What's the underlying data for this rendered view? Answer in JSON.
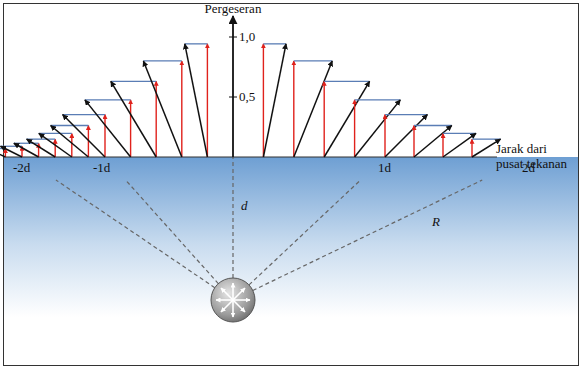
{
  "diagram": {
    "labels": [
      "Pergeseran",
      "1,0",
      "0,5",
      "Jarak dari pusat tekanan",
      "-2d",
      "-1d",
      "1d",
      "2d",
      "d",
      "R"
    ]
  }
}
